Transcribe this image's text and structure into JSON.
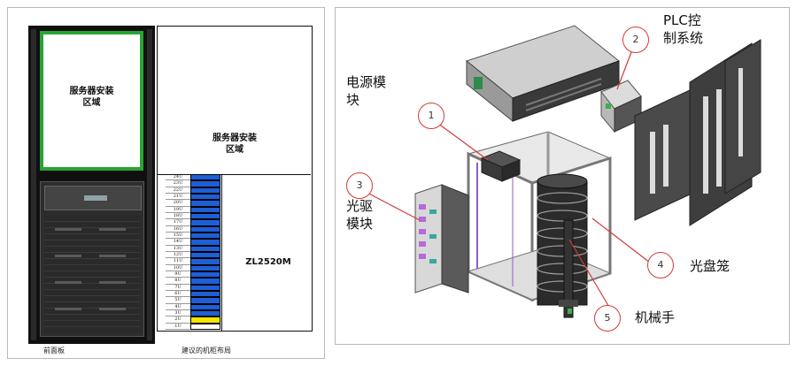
{
  "left": {
    "front_server_area": [
      "服务器安装",
      "区域"
    ],
    "plan_server_area": [
      "服务器安装",
      "区域"
    ],
    "model": "ZL2520M",
    "caption_front": "前面板",
    "caption_plan": "建议的机柜布局",
    "u_rows": [
      {
        "label": "24U",
        "state": "blue"
      },
      {
        "label": "23U",
        "state": "blue"
      },
      {
        "label": "22U",
        "state": "blue"
      },
      {
        "label": "21U",
        "state": "blue"
      },
      {
        "label": "20U",
        "state": "blue"
      },
      {
        "label": "19U",
        "state": "blue"
      },
      {
        "label": "18U",
        "state": "blue"
      },
      {
        "label": "17U",
        "state": "blue"
      },
      {
        "label": "16U",
        "state": "blue"
      },
      {
        "label": "15U",
        "state": "blue"
      },
      {
        "label": "14U",
        "state": "blue"
      },
      {
        "label": "13U",
        "state": "blue"
      },
      {
        "label": "12U",
        "state": "blue"
      },
      {
        "label": "11U",
        "state": "blue"
      },
      {
        "label": "10U",
        "state": "blue"
      },
      {
        "label": "9U",
        "state": "blue"
      },
      {
        "label": "8U",
        "state": "blue"
      },
      {
        "label": "7U",
        "state": "blue"
      },
      {
        "label": "6U",
        "state": "blue"
      },
      {
        "label": "5U",
        "state": "blue"
      },
      {
        "label": "4U",
        "state": "blue"
      },
      {
        "label": "3U",
        "state": "blue"
      },
      {
        "label": "2U",
        "state": "yellow"
      },
      {
        "label": "1U",
        "state": "white"
      }
    ],
    "colors": {
      "blue": "#1f5fd6",
      "yellow": "#f5e400",
      "white": "#ffffff",
      "green_frame": "#27a534"
    }
  },
  "right": {
    "labels": {
      "power_module": [
        "电源模",
        "块"
      ],
      "plc_system": [
        "PLC控",
        "制系统"
      ],
      "optical_drive_module": [
        "光驱",
        "模块"
      ],
      "disc_cage": "光盘笼",
      "robot_arm": "机械手"
    },
    "callouts": [
      "1",
      "2",
      "3",
      "4",
      "5"
    ],
    "colors": {
      "callout": "#d23a3a"
    }
  }
}
